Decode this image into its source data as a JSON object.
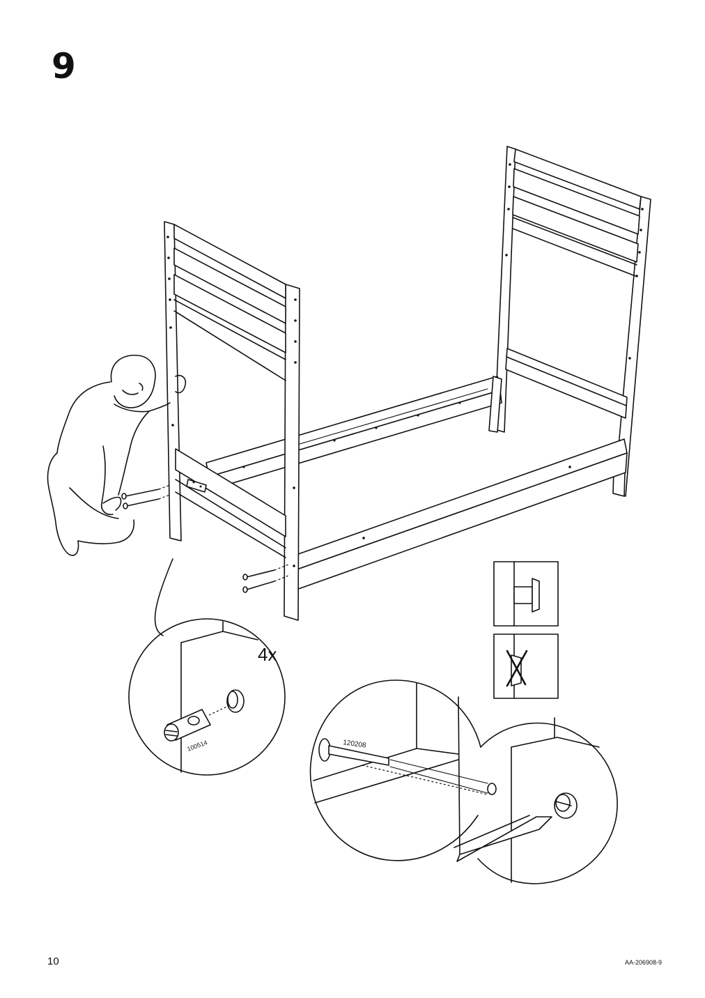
{
  "step": {
    "number": "9"
  },
  "callouts": {
    "quantity": "4x",
    "barrel_nut_part": "100514",
    "bolt_part": "120208"
  },
  "icons": {
    "correct_fit": "bolt-head-flush-icon",
    "incorrect_fit": "bolt-head-crossed-icon"
  },
  "footer": {
    "page_number": "10",
    "doc_code": "AA-206908-9"
  }
}
